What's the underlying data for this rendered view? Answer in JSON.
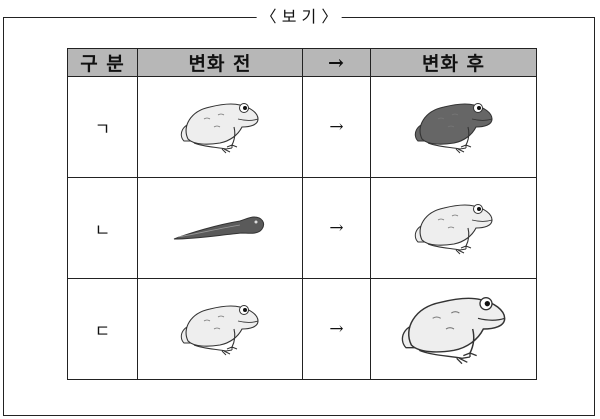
{
  "frame": {
    "title": "〈 보 기 〉"
  },
  "table": {
    "headers": [
      "구 분",
      "변화 전",
      "→",
      "변화 후"
    ],
    "rows": [
      {
        "label": "ㄱ",
        "before": "frog-icon",
        "arrow": "→",
        "after": "dark-frog-icon"
      },
      {
        "label": "ㄴ",
        "before": "tadpole-icon",
        "arrow": "→",
        "after": "frog-icon"
      },
      {
        "label": "ㄷ",
        "before": "frog-icon",
        "arrow": "→",
        "after": "large-frog-icon"
      }
    ]
  },
  "colors": {
    "header_bg": "#b7b7b7",
    "frog_light": "#eeeeee",
    "frog_dark": "#666666",
    "tadpole": "#5a5a5a"
  }
}
